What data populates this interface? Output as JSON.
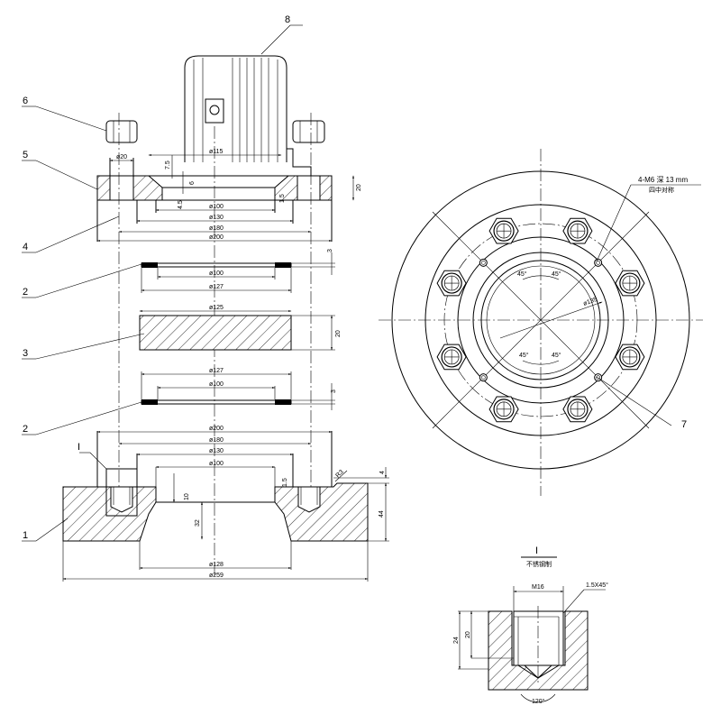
{
  "part_labels": {
    "p1": "1",
    "p2a": "2",
    "p2b": "2",
    "p3": "3",
    "p4": "4",
    "p5": "5",
    "p6": "6",
    "p7": "7",
    "p8": "8",
    "detail_ref": "I"
  },
  "top_flange_dims": {
    "d115": "ø115",
    "d20": "ø20",
    "h75": "7.5",
    "h6": "6",
    "h45": "4.5",
    "d100": "ø100",
    "d130": "ø130",
    "d180": "ø180",
    "d200": "ø200",
    "t20": "20",
    "c15": "1.5"
  },
  "gasket_top_dims": {
    "d100": "ø100",
    "d127": "ø127",
    "t3": "3"
  },
  "plate_dims": {
    "d125": "ø125",
    "t20": "20"
  },
  "gasket_bottom_dims": {
    "d127": "ø127",
    "d100": "ø100",
    "t3": "3"
  },
  "base_dims": {
    "d200": "ø200",
    "d180": "ø180",
    "d130": "ø130",
    "d100": "ø100",
    "h10": "10",
    "h32": "32",
    "c15": "1.5",
    "r3": "R3",
    "t4": "4",
    "t44": "44",
    "d128": "ø128",
    "d259": "ø259"
  },
  "plan_view": {
    "note": "4-M6 深 13 mm",
    "note_sub": "四中对称",
    "d135": "ø135",
    "a1": "45°",
    "a2": "45°",
    "a3": "45°",
    "a4": "45°"
  },
  "detail": {
    "title": "I",
    "subtitle": "不锈钢制",
    "m16": "M16",
    "chamfer": "1.5X45°",
    "d24": "24",
    "d20": "20",
    "angle": "120°"
  }
}
